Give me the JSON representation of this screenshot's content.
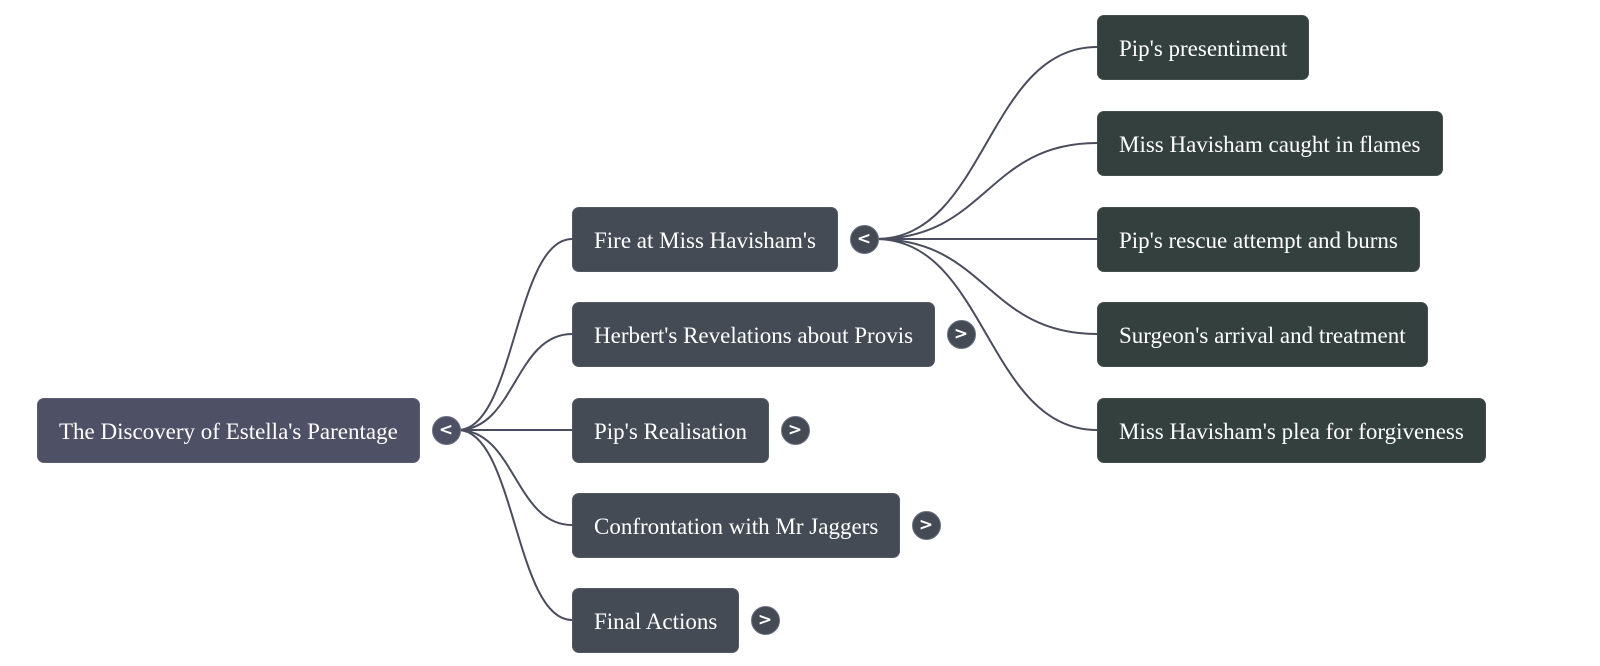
{
  "colors": {
    "root": "#4e5066",
    "level1": "#454b55",
    "level2": "#33403d",
    "connector": "#4a4d5e",
    "text": "#ffffff"
  },
  "root": {
    "label": "The Discovery of Estella's Parentage",
    "toggle": "<",
    "expanded": true
  },
  "level1": [
    {
      "label": "Fire at Miss Havisham's",
      "toggle": "<",
      "expanded": true
    },
    {
      "label": "Herbert's Revelations about Provis",
      "toggle": ">",
      "expanded": false
    },
    {
      "label": "Pip's Realisation",
      "toggle": ">",
      "expanded": false
    },
    {
      "label": "Confrontation with Mr Jaggers",
      "toggle": ">",
      "expanded": false
    },
    {
      "label": "Final Actions",
      "toggle": ">",
      "expanded": false
    }
  ],
  "level2": [
    {
      "label": "Pip's presentiment"
    },
    {
      "label": "Miss Havisham caught in flames"
    },
    {
      "label": "Pip's rescue attempt and burns"
    },
    {
      "label": "Surgeon's arrival and treatment"
    },
    {
      "label": "Miss Havisham's plea for forgiveness"
    }
  ]
}
